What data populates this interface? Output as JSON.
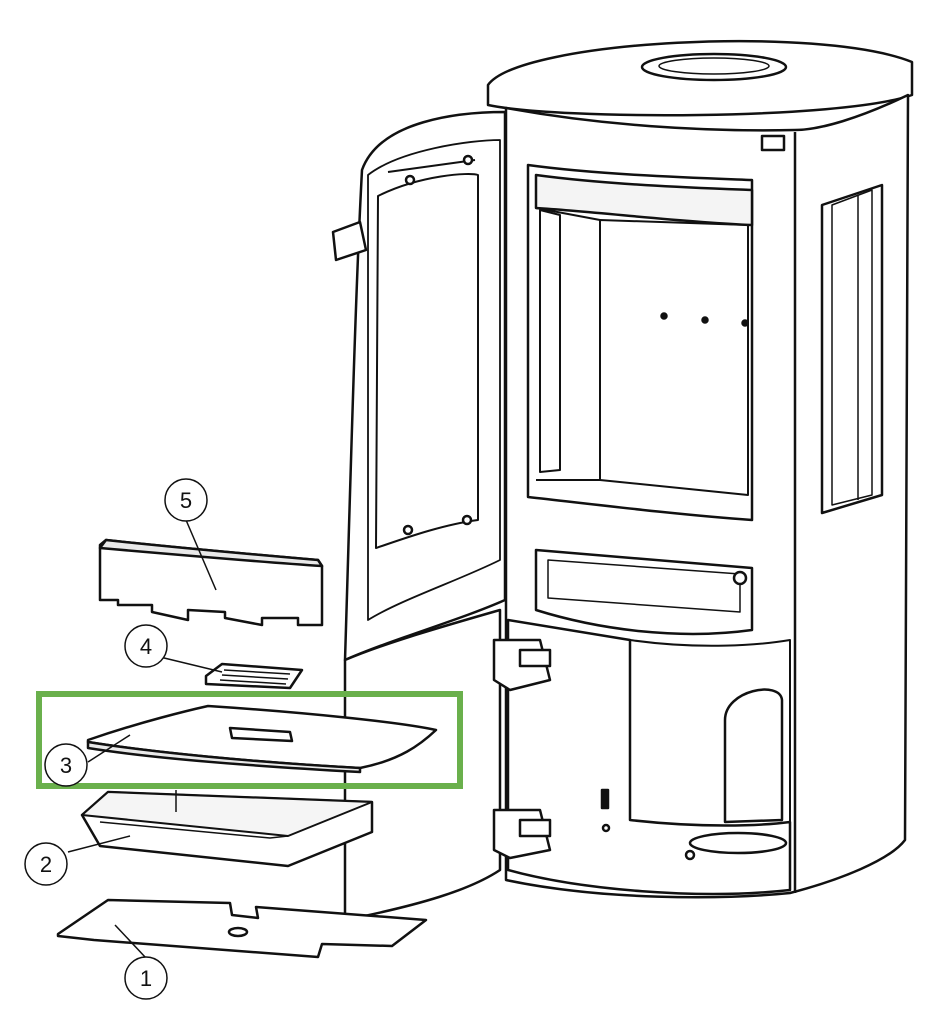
{
  "callouts": [
    {
      "id": "1",
      "label": "1"
    },
    {
      "id": "2",
      "label": "2"
    },
    {
      "id": "3",
      "label": "3"
    },
    {
      "id": "4",
      "label": "4"
    },
    {
      "id": "5",
      "label": "5"
    }
  ],
  "highlight": {
    "target": "3",
    "color": "#6ab04c"
  },
  "colors": {
    "line": "#111111",
    "fill": "#ffffff",
    "shade": "#e9e9e9"
  }
}
